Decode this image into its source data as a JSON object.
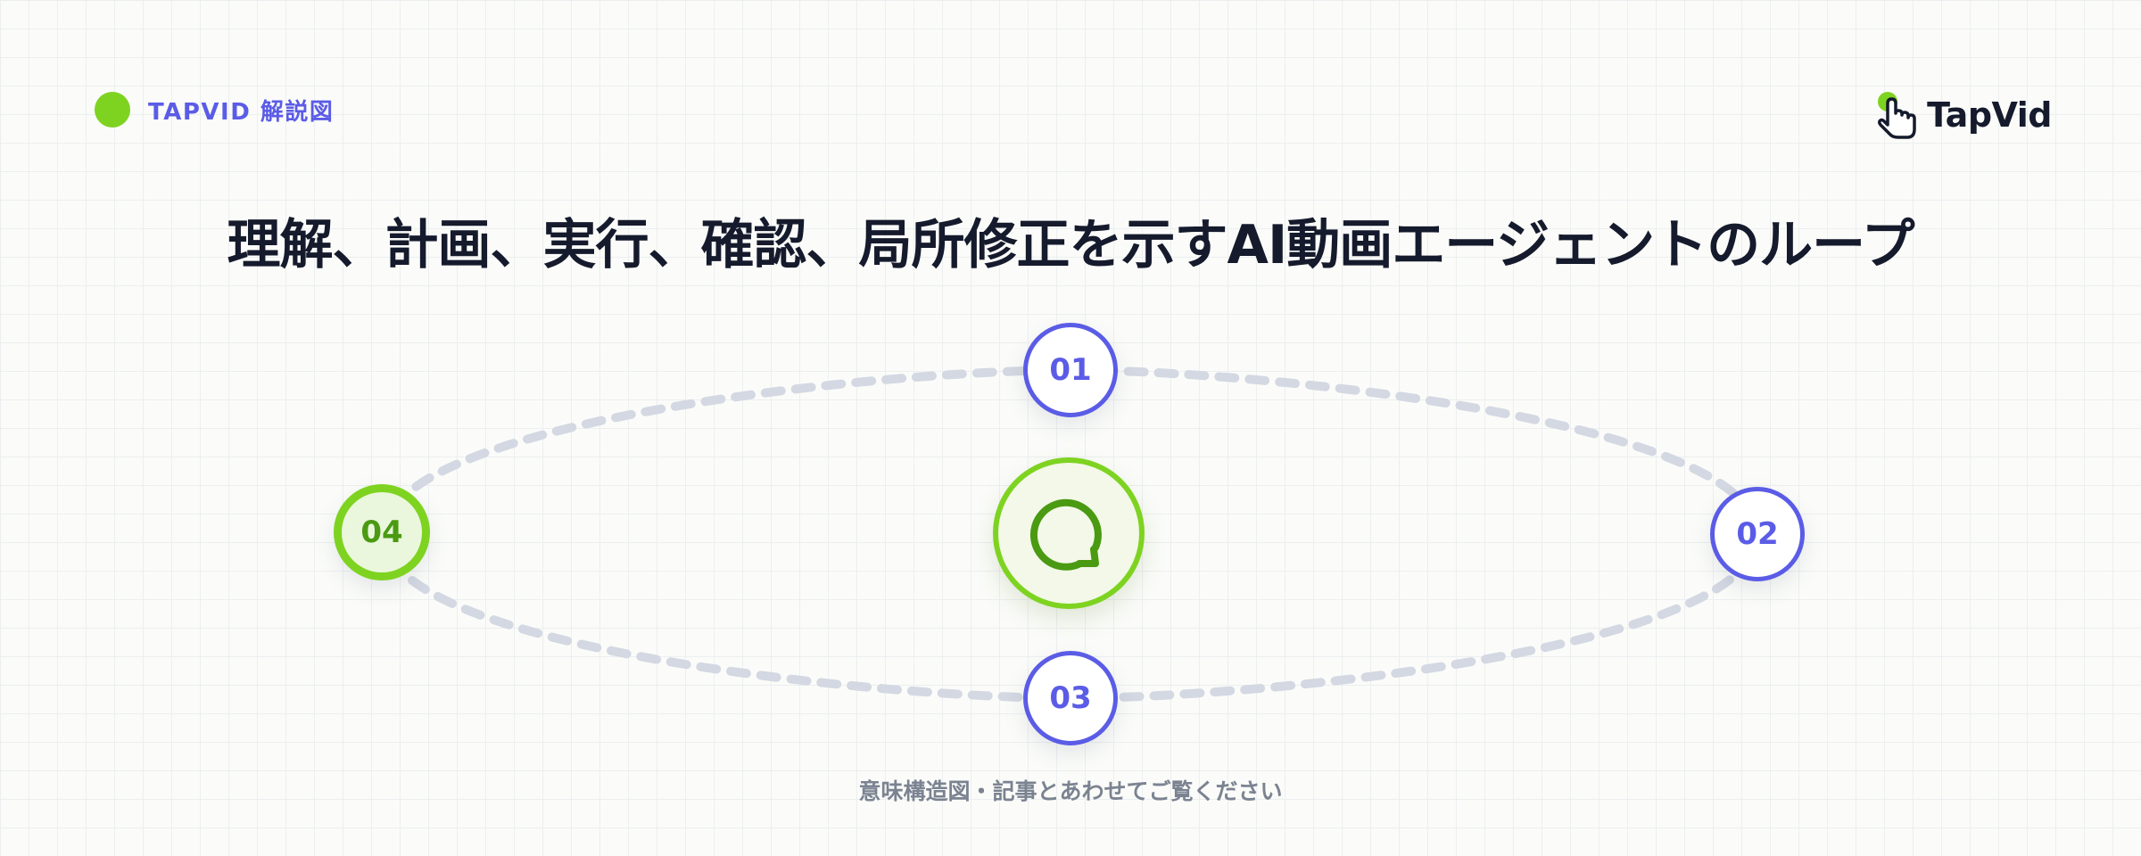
{
  "header": {
    "brand_label": "TAPVID 解説図",
    "logo_text": "TapVid"
  },
  "title": "理解、計画、実行、確認、局所修正を示すAI動画エージェントのループ",
  "diagram": {
    "steps": [
      {
        "label": "01",
        "state": "default"
      },
      {
        "label": "02",
        "state": "default"
      },
      {
        "label": "03",
        "state": "default"
      },
      {
        "label": "04",
        "state": "active"
      }
    ],
    "hub_icon": "refresh-loop-icon"
  },
  "caption": "意味構造図・記事とあわせてご覧ください",
  "colors": {
    "accent_green": "#7ed321",
    "accent_blue": "#5b5ce6",
    "title_text": "#151a2c",
    "dashed_path": "#d3d8e2",
    "caption_text": "#7b8391"
  }
}
